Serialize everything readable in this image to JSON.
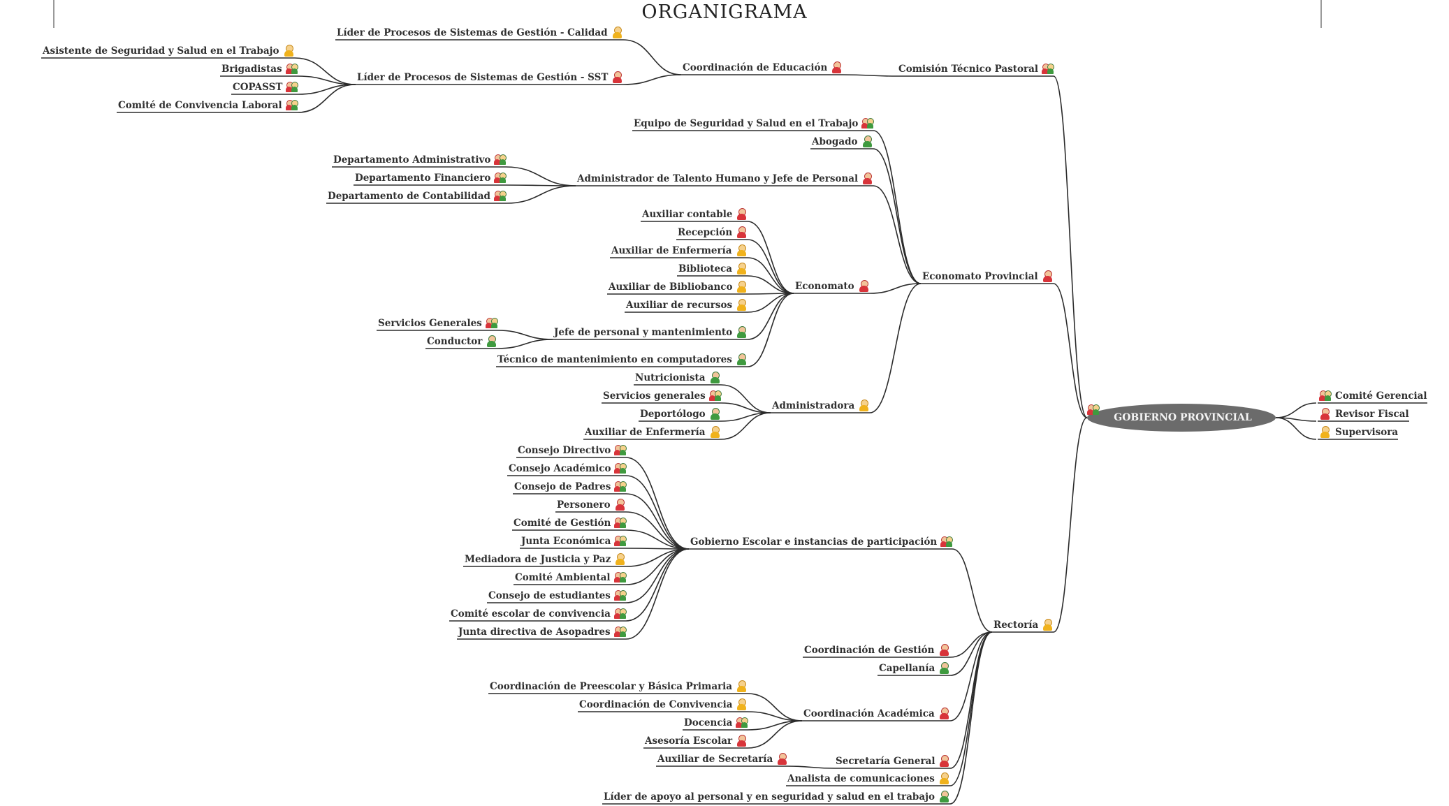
{
  "title": "ORGANIGRAMA",
  "root": {
    "label": "GOBIERNO PROVINCIAL",
    "icon": "group-icon"
  },
  "right_nodes": [
    {
      "label": "Comité Gerencial",
      "icon": "group-icon"
    },
    {
      "label": "Revisor Fiscal",
      "icon": "person-red-icon"
    },
    {
      "label": "Supervisora",
      "icon": "person-yellow-icon"
    }
  ],
  "comision": {
    "label": "Comisión Técnico Pastoral",
    "icon": "group-icon",
    "coordinacion_educacion": {
      "label": "Coordinación de Educación",
      "icon": "person-red-icon"
    },
    "lider_calidad": {
      "label": "Líder de Procesos de Sistemas de Gestión - Calidad",
      "icon": "person-yellow-icon"
    },
    "lider_sst": {
      "label": "Líder de Procesos de Sistemas de Gestión - SST",
      "icon": "person-red-icon"
    },
    "sst_children": [
      {
        "label": "Asistente de Seguridad y Salud en el Trabajo",
        "icon": "person-yellow-icon"
      },
      {
        "label": "Brigadistas",
        "icon": "group-icon"
      },
      {
        "label": "COPASST",
        "icon": "group-icon"
      },
      {
        "label": "Comité de Convivencia Laboral",
        "icon": "group-icon"
      }
    ]
  },
  "economato_provincial": {
    "label": "Economato Provincial",
    "icon": "person-red-icon",
    "equipo_sst": {
      "label": "Equipo de Seguridad y Salud en el Trabajo",
      "icon": "group-icon"
    },
    "abogado": {
      "label": "Abogado",
      "icon": "person-green-icon"
    },
    "talento": {
      "label": "Administrador de Talento Humano y Jefe de Personal",
      "icon": "person-red-icon"
    },
    "talento_children": [
      {
        "label": "Departamento Administrativo",
        "icon": "group-icon"
      },
      {
        "label": "Departamento Financiero",
        "icon": "group-icon"
      },
      {
        "label": "Departamento de Contabilidad",
        "icon": "group-icon"
      }
    ],
    "economato": {
      "label": "Economato",
      "icon": "person-red-icon"
    },
    "economato_children": [
      {
        "label": "Auxiliar contable",
        "icon": "person-red-icon"
      },
      {
        "label": "Recepción",
        "icon": "person-red-icon"
      },
      {
        "label": "Auxiliar de Enfermería",
        "icon": "person-yellow-icon"
      },
      {
        "label": "Biblioteca",
        "icon": "person-yellow-icon"
      },
      {
        "label": "Auxiliar de Bibliobanco",
        "icon": "person-yellow-icon"
      },
      {
        "label": "Auxiliar de recursos",
        "icon": "person-yellow-icon"
      }
    ],
    "jefe_mantenimiento": {
      "label": "Jefe de personal y mantenimiento",
      "icon": "person-green-icon"
    },
    "jefe_children": [
      {
        "label": "Servicios Generales",
        "icon": "group-icon"
      },
      {
        "label": "Conductor",
        "icon": "person-green-icon"
      }
    ],
    "tecnico": {
      "label": "Técnico de mantenimiento en computadores",
      "icon": "person-green-icon"
    },
    "administradora": {
      "label": "Administradora",
      "icon": "person-yellow-icon"
    },
    "administradora_children": [
      {
        "label": "Nutricionista",
        "icon": "person-green-icon"
      },
      {
        "label": "Servicios generales",
        "icon": "group-icon"
      },
      {
        "label": "Deportólogo",
        "icon": "person-green-icon"
      },
      {
        "label": "Auxiliar de Enfermería",
        "icon": "person-yellow-icon"
      }
    ]
  },
  "rectoria": {
    "label": "Rectoría",
    "icon": "person-yellow-icon",
    "gobierno_escolar": {
      "label": "Gobierno Escolar e instancias de participación",
      "icon": "group-icon"
    },
    "gobierno_children": [
      {
        "label": "Consejo Directivo",
        "icon": "group-icon"
      },
      {
        "label": "Consejo Académico",
        "icon": "group-icon"
      },
      {
        "label": "Consejo de Padres",
        "icon": "group-icon"
      },
      {
        "label": "Personero",
        "icon": "person-red-icon"
      },
      {
        "label": "Comité de Gestión",
        "icon": "group-icon"
      },
      {
        "label": "Junta Económica",
        "icon": "group-icon"
      },
      {
        "label": "Mediadora de Justicia y Paz",
        "icon": "person-yellow-icon"
      },
      {
        "label": "Comité Ambiental",
        "icon": "group-icon"
      },
      {
        "label": "Consejo de estudiantes",
        "icon": "group-icon"
      },
      {
        "label": "Comité escolar de convivencia",
        "icon": "group-icon"
      },
      {
        "label": "Junta directiva de Asopadres",
        "icon": "group-icon"
      }
    ],
    "coord_gestion": {
      "label": "Coordinación de Gestión",
      "icon": "person-red-icon"
    },
    "capellania": {
      "label": "Capellanía",
      "icon": "person-green-icon"
    },
    "coord_academica": {
      "label": "Coordinación Académica",
      "icon": "person-red-icon"
    },
    "academica_children": [
      {
        "label": "Coordinación de Preescolar y Básica Primaria",
        "icon": "person-yellow-icon"
      },
      {
        "label": "Coordinación de Convivencia",
        "icon": "person-yellow-icon"
      },
      {
        "label": "Docencia",
        "icon": "group-icon"
      },
      {
        "label": "Asesoría Escolar",
        "icon": "person-red-icon"
      }
    ],
    "secretaria": {
      "label": "Secretaría General",
      "icon": "person-red-icon"
    },
    "aux_secretaria": {
      "label": "Auxiliar de Secretaría",
      "icon": "person-red-icon"
    },
    "analista": {
      "label": "Analista de comunicaciones",
      "icon": "person-yellow-icon"
    },
    "lider_apoyo": {
      "label": "Líder de apoyo al personal y en seguridad y salud en el trabajo",
      "icon": "person-green-icon"
    }
  }
}
